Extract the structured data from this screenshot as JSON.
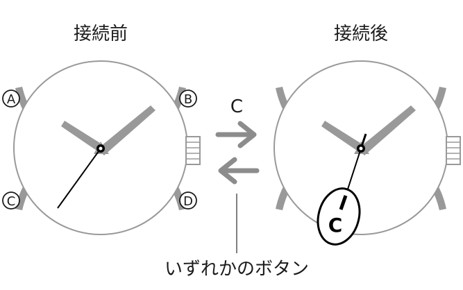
{
  "labels": {
    "before": "接続前",
    "after": "接続後",
    "button_caption": "いずれかのボタン",
    "mode_letter": "C"
  },
  "buttons": {
    "top_left": "A",
    "top_right": "B",
    "bottom_left": "C",
    "bottom_right": "D"
  },
  "indicator_letter": "C",
  "colors": {
    "outline": "#999999",
    "hand": "#999999",
    "line": "#000000",
    "arrow": "#8c8c8c",
    "text": "#1a1a1a"
  }
}
